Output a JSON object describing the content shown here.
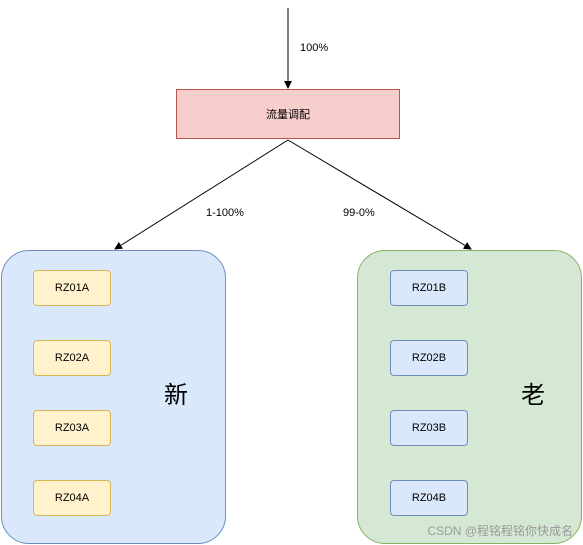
{
  "top_flow": {
    "percent_label": "100%"
  },
  "dispatch": {
    "label": "流量调配"
  },
  "edges": {
    "left_label": "1-100%",
    "right_label": "99-0%"
  },
  "new_group": {
    "title": "新",
    "nodes": [
      "RZ01A",
      "RZ02A",
      "RZ03A",
      "RZ04A"
    ],
    "fill": "#dae8fc",
    "stroke": "#6c8ebf",
    "node_fill": "#fff2cc",
    "node_stroke": "#d6b656"
  },
  "old_group": {
    "title": "老",
    "nodes": [
      "RZ01B",
      "RZ02B",
      "RZ03B",
      "RZ04B"
    ],
    "fill": "#d5e8d4",
    "stroke": "#82b366",
    "node_fill": "#dae8fc",
    "node_stroke": "#6c8ebf"
  },
  "dispatch_colors": {
    "fill": "#f8cecc",
    "stroke": "#b85450"
  },
  "watermark": "CSDN @程铭程铭你快成名"
}
